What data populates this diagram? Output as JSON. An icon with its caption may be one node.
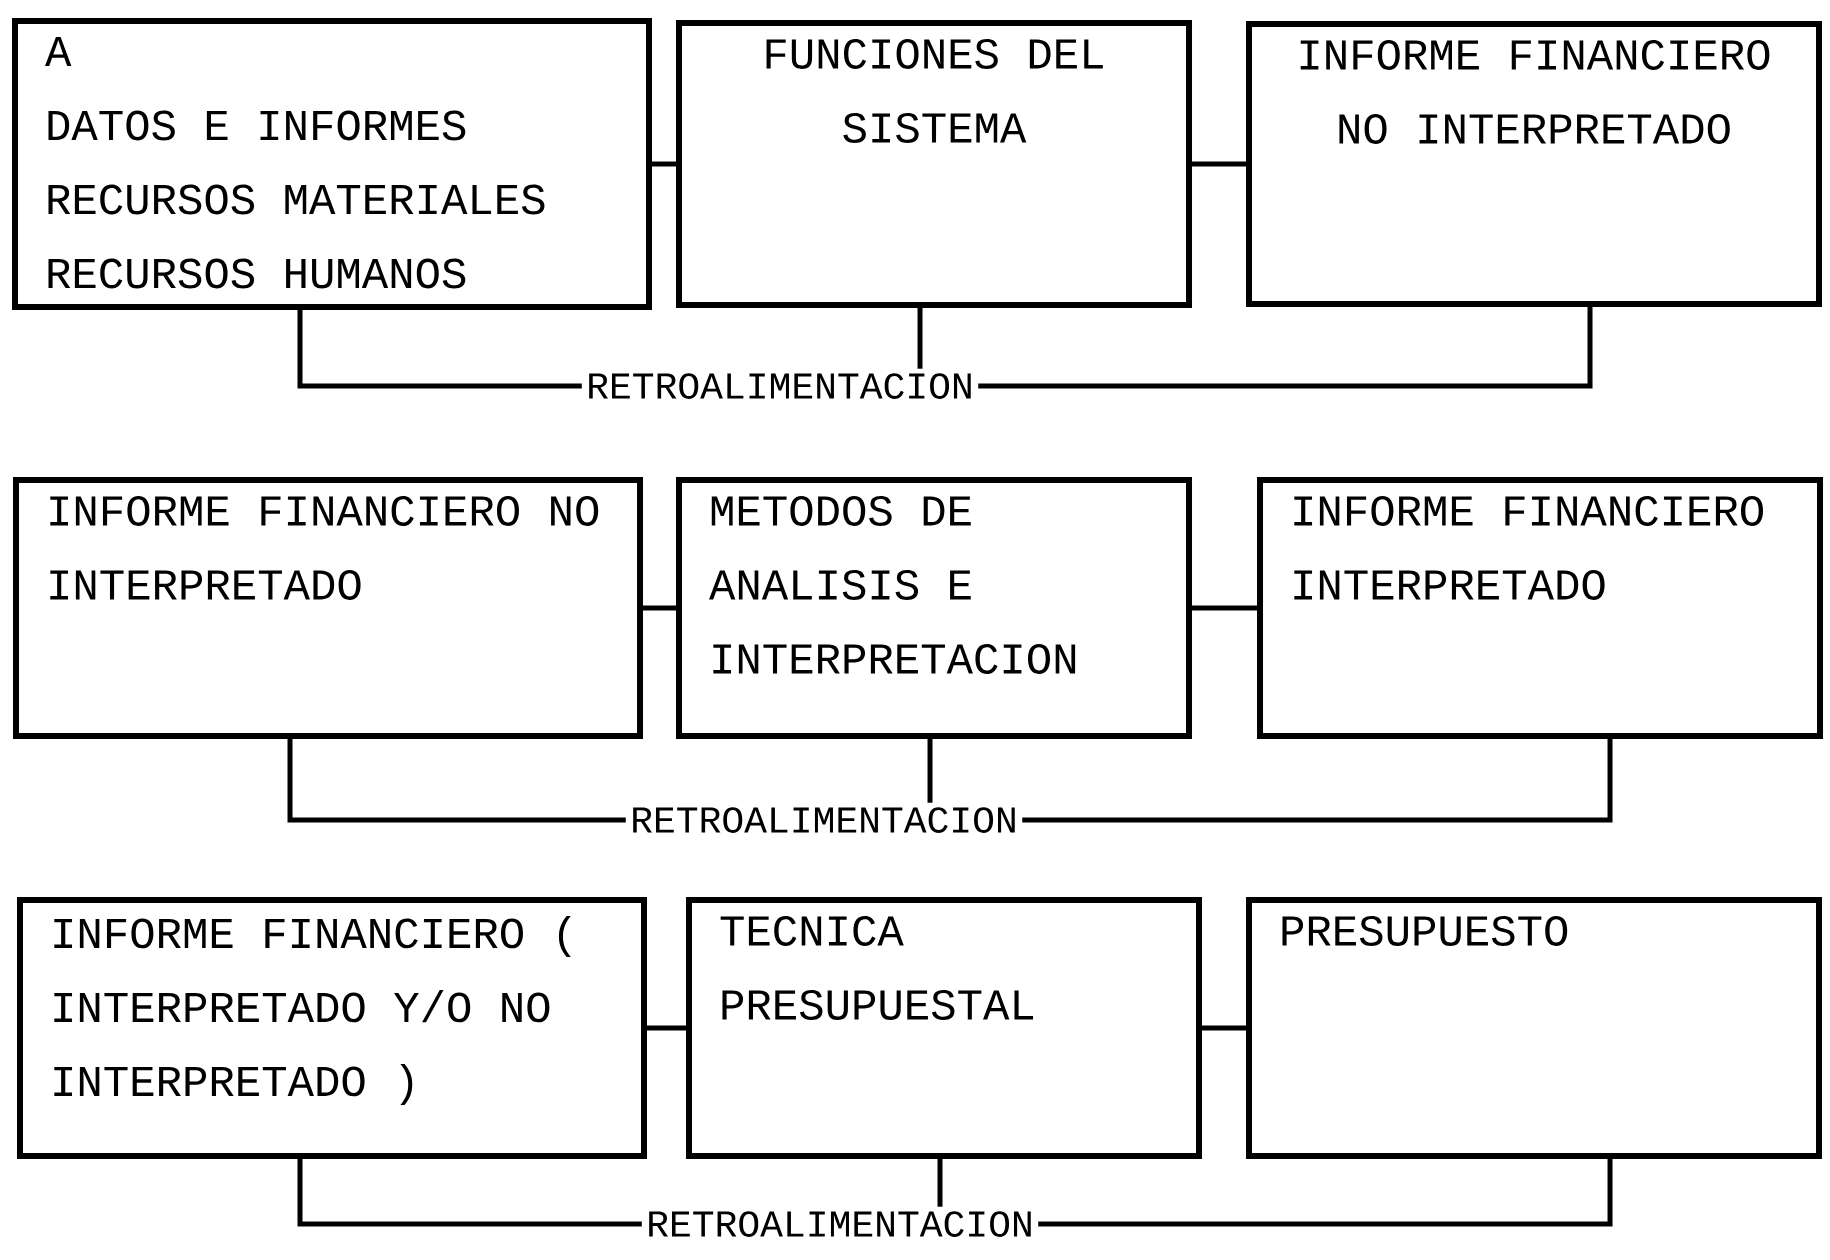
{
  "diagram": {
    "nodes": [
      {
        "text": [
          "A",
          "DATOS E INFORMES",
          "RECURSOS MATERIALES",
          "RECURSOS HUMANOS"
        ]
      },
      {
        "text": [
          "FUNCIONES DEL SISTEMA"
        ]
      },
      {
        "text": [
          "INFORME FINANCIERO NO INTERPRETADO"
        ]
      },
      {
        "text": [
          "RETROALIMENTACION"
        ]
      },
      {
        "text": [
          "INFORME FINANCIERO NO INTERPRETADO"
        ]
      },
      {
        "text": [
          "METODOS DE ANALISIS E INTERPRETACION"
        ]
      },
      {
        "text": [
          "INFORME FINANCIERO INTERPRETADO"
        ]
      },
      {
        "text": [
          "RETROALIMENTACION"
        ]
      },
      {
        "text": [
          "INFORME FINANCIERO ( INTERPRETADO Y/O NO INTERPRETADO )"
        ]
      },
      {
        "text": [
          "TECNICA PRESUPUESTAL"
        ]
      },
      {
        "text": [
          "PRESUPUESTO"
        ]
      },
      {
        "text": [
          "RETROALIMENTACION"
        ]
      }
    ],
    "edges": [
      {
        "from": 0,
        "to": 1,
        "arrow": "none"
      },
      {
        "from": 1,
        "to": 2,
        "arrow": "none"
      },
      {
        "from": 0,
        "to": 3,
        "arrow": "none"
      },
      {
        "from": 1,
        "to": 3,
        "arrow": "none"
      },
      {
        "from": 2,
        "to": 3,
        "arrow": "none"
      },
      {
        "from": 4,
        "to": 5,
        "arrow": "none"
      },
      {
        "from": 5,
        "to": 6,
        "arrow": "none"
      },
      {
        "from": 4,
        "to": 7,
        "arrow": "none"
      },
      {
        "from": 5,
        "to": 7,
        "arrow": "none"
      },
      {
        "from": 6,
        "to": 7,
        "arrow": "none"
      },
      {
        "from": 8,
        "to": 9,
        "arrow": "none"
      },
      {
        "from": 9,
        "to": 10,
        "arrow": "none"
      },
      {
        "from": 8,
        "to": 11,
        "arrow": "none"
      },
      {
        "from": 9,
        "to": 11,
        "arrow": "none"
      },
      {
        "from": 10,
        "to": 11,
        "arrow": "none"
      }
    ]
  }
}
